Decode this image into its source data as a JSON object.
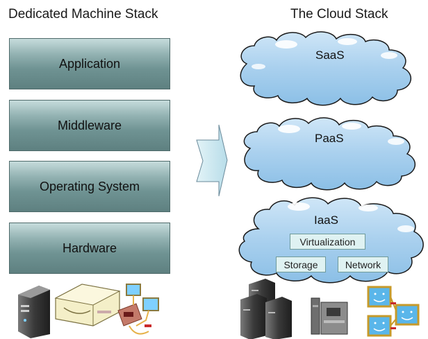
{
  "left_stack": {
    "heading": "Dedicated Machine Stack",
    "layers": [
      "Application",
      "Middleware",
      "Operating System",
      "Hardware"
    ]
  },
  "right_stack": {
    "heading": "The Cloud Stack",
    "clouds": {
      "saas": "SaaS",
      "paas": "PaaS",
      "iaas": "IaaS"
    },
    "iaas_components": [
      "Virtualization",
      "Storage",
      "Network"
    ]
  },
  "colors": {
    "layer_box": "#7a9c9c",
    "cloud_fill": "#a9d0ee",
    "cloud_stroke": "#1a1a1a",
    "arrow_fill": "#c9e8f0"
  },
  "icons": [
    "server-tower-icon",
    "disk-drive-icon",
    "network-computers-icon",
    "server-cluster-icon",
    "desktop-server-icon",
    "smiley-computers-icon"
  ]
}
